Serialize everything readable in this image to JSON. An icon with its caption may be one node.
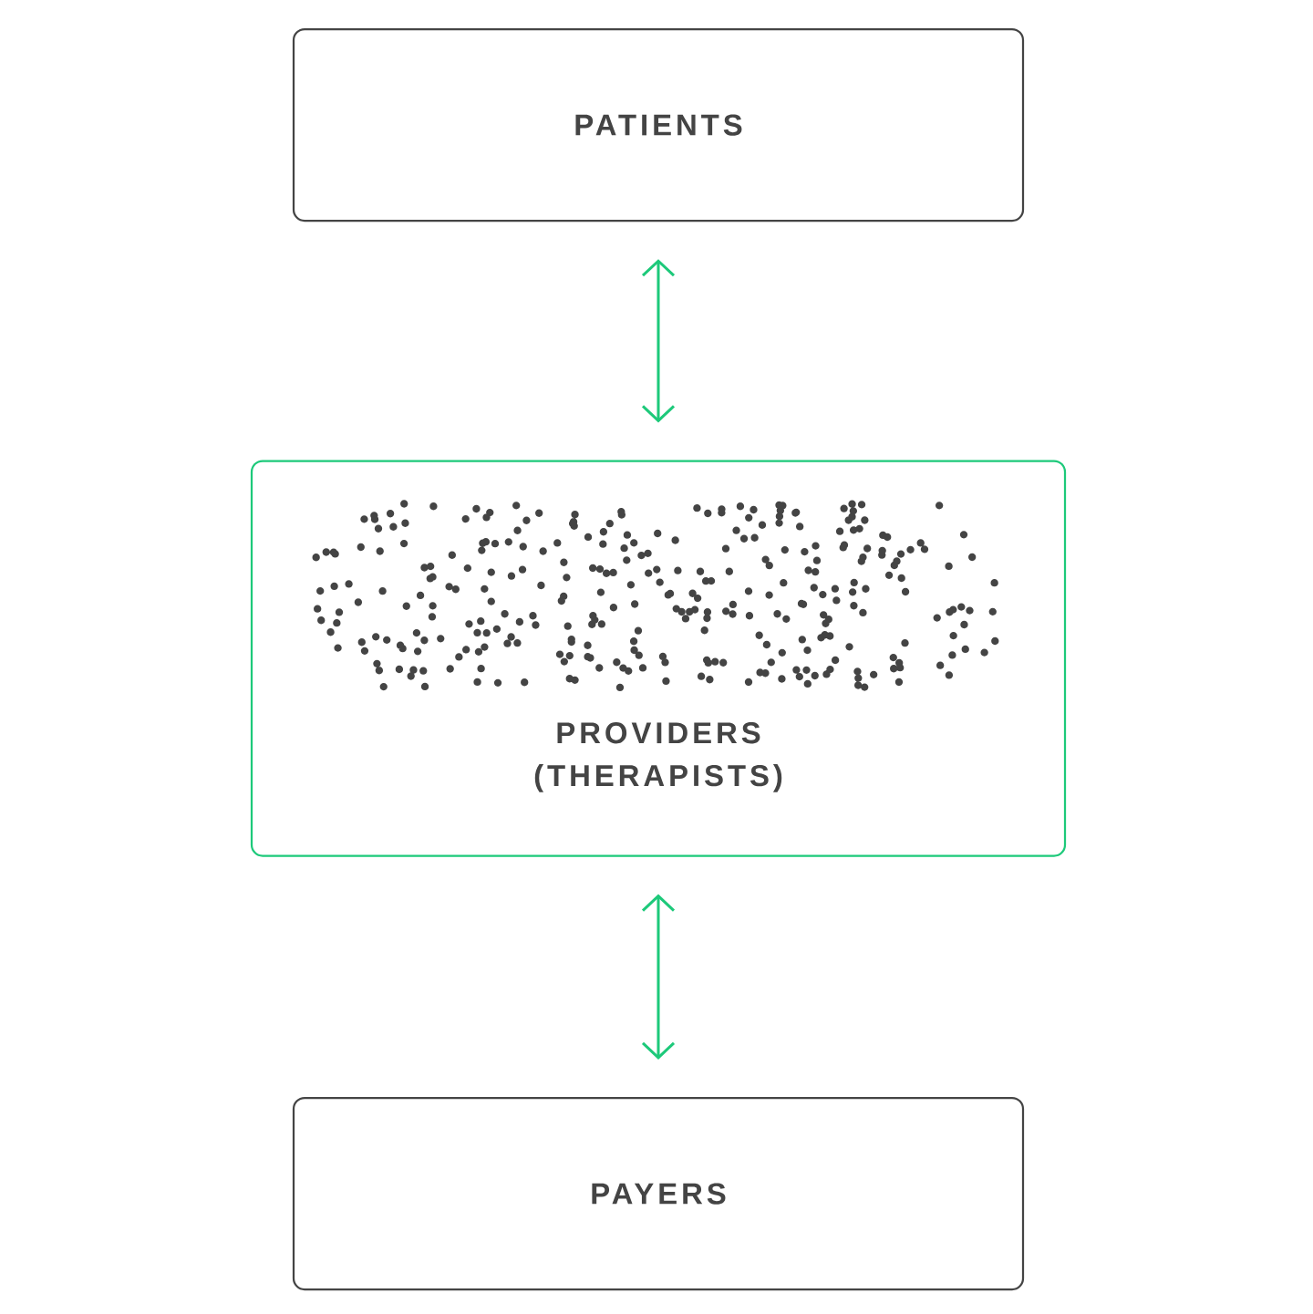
{
  "diagram": {
    "nodes": [
      {
        "text": [
          "PATIENTS"
        ]
      },
      {
        "text": [
          "PROVIDERS (THERAPISTS)"
        ]
      },
      {
        "text": [
          "PAYERS"
        ]
      }
    ],
    "edges": [
      {
        "from": 0,
        "to": 1,
        "arrow": "both"
      },
      {
        "from": 1,
        "to": 2,
        "arrow": "both"
      }
    ]
  }
}
